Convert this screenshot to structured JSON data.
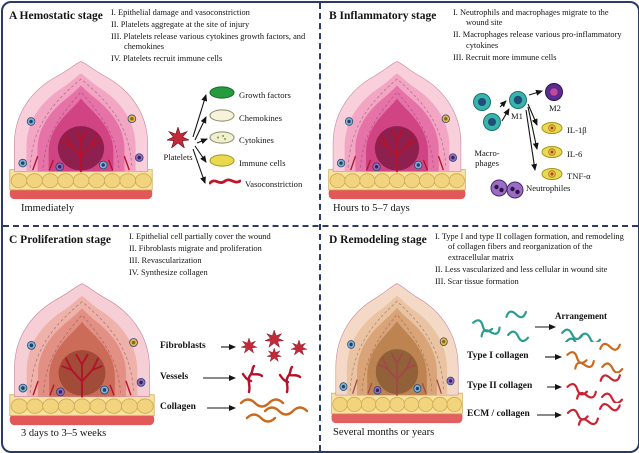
{
  "panels": {
    "a": {
      "title": "A Hemostatic stage",
      "points": [
        "I. Epithelial damage and vasoconstriction",
        "II. Platelets aggregate at the site of injury",
        "III. Platelets release various cytokines growth factors, and chemokines",
        "IV. Platelets recruit immune cells"
      ],
      "source_label": "Platelets",
      "outputs": [
        {
          "label": "Growth factors"
        },
        {
          "label": "Chemokines"
        },
        {
          "label": "Cytokines"
        },
        {
          "label": "Immune cells"
        },
        {
          "label": "Vasoconstriction"
        }
      ],
      "time": "Immediately"
    },
    "b": {
      "title": "B Inflammatory stage",
      "points": [
        "I. Neutrophils and macrophages migrate to the wound site",
        "II. Macrophages release various pro-inflammatory cytokines",
        "III. Recruit more immune cells"
      ],
      "source_label": "Macro-phages",
      "m1_label": "M1",
      "m2_label": "M2",
      "cytokines": [
        {
          "label": "IL-1β"
        },
        {
          "label": "IL-6"
        },
        {
          "label": "TNF-α"
        }
      ],
      "neutrophils_label": "Neutrophiles",
      "time": "Hours to 5–7 days"
    },
    "c": {
      "title": "C Proliferation stage",
      "points": [
        "I. Epithelial cell partially cover the wound",
        "II. Fibroblasts migrate and proliferation",
        "III. Revascularization",
        "IV. Synthesize collagen"
      ],
      "rows": [
        {
          "label": "Fibroblasts"
        },
        {
          "label": "Vessels"
        },
        {
          "label": "Collagen"
        }
      ],
      "time": "3 days to 3–5 weeks"
    },
    "d": {
      "title": "D Remodeling stage",
      "points": [
        "I. Type I and type II collagen formation, and remodeling of collagen fibers and reorganization of the extracellular matrix",
        "II. Less vascularized and less cellular in wound site",
        "III. Scar tissue formation"
      ],
      "arrangement_label": "Arrangement",
      "rows": [
        {
          "label": "Type I collagen"
        },
        {
          "label": "Type II collagen"
        },
        {
          "label": "ECM / collagen"
        }
      ],
      "time": "Several months or years"
    }
  },
  "colors": {
    "frame": "#2b3a66",
    "growth_factor_green": "#259b3e",
    "immune_yellow": "#e9d94e",
    "vessel_red": "#c01525",
    "m1_teal": "#3ab3ab",
    "m2_purple": "#5b2d8e",
    "fibroblast_red": "#c22a3a",
    "collagen_teal": "#2a9d8f",
    "collagen_orange": "#c96a1f",
    "collagen_red": "#cc2233"
  },
  "wound_palettes": {
    "ab": {
      "l1": "#f8cfdb",
      "l2": "#f2a6c4",
      "l3": "#e673a8",
      "l4": "#d14483",
      "core": "#8e2050",
      "fat": "#f8e2a0",
      "fatCell": "#f3d47e",
      "fatEdge": "#cfa94e",
      "strip": "#e25858",
      "vessel": "#b5122a"
    },
    "c": {
      "l1": "#f6ced6",
      "l2": "#efb2ab",
      "l3": "#e29083",
      "l4": "#cb6c59",
      "core": "#a14b38",
      "fat": "#f8e2a0",
      "fatCell": "#f3d47e",
      "fatEdge": "#cfa94e",
      "strip": "#e25858",
      "vessel": "#b5122a"
    },
    "d": {
      "l1": "#f4dac6",
      "l2": "#eac3a2",
      "l3": "#d8a478",
      "l4": "#bd8452",
      "core": "#91613a",
      "fat": "#f8e2a0",
      "fatCell": "#f3d47e",
      "fatEdge": "#cfa94e",
      "strip": "#e26060",
      "vessel": "#a34848"
    }
  }
}
